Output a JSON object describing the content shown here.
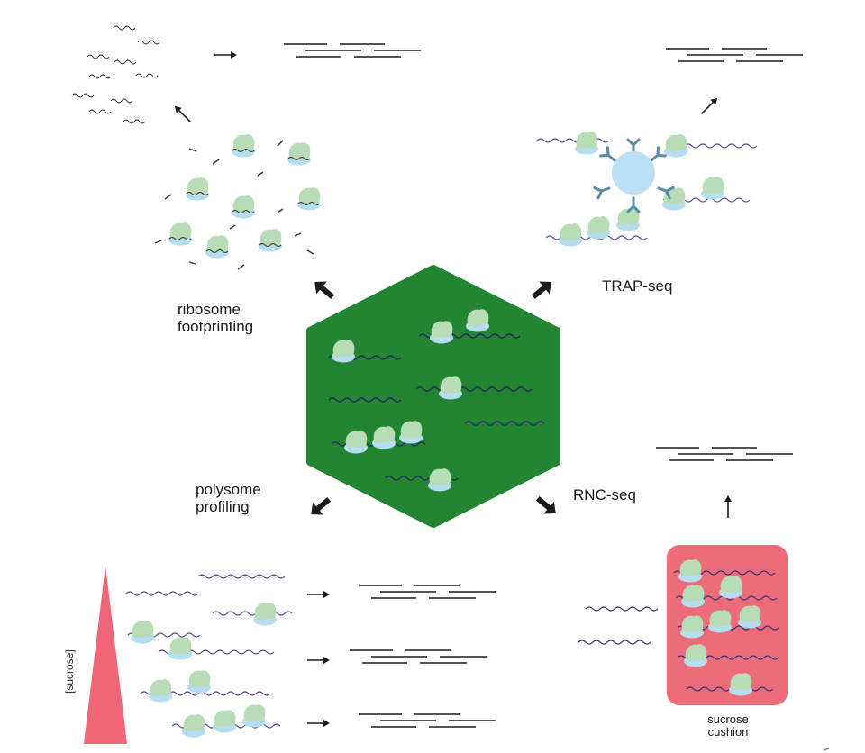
{
  "labels": {
    "ribosome_footprinting": "ribosome\nfootprinting",
    "trap_seq": "TRAP-seq",
    "polysome_profiling": "polysome\nprofiling",
    "rnc_seq": "RNC-seq",
    "sucrose_gradient": "[sucrose]",
    "sucrose_cushion": "sucrose\ncushion"
  },
  "colors": {
    "hexagon": "#238532",
    "ribosome_large": "#b7dcb6",
    "ribosome_small": "#b5dcef",
    "mrna_dark": "#1f2a5c",
    "mrna_purple": "#5a4f9c",
    "gradient_red": "#ef6677",
    "cushion_red": "#ec6d79",
    "bead_blue": "#bee0f5",
    "antibody_blue": "#5b8aa8",
    "arrow": "#1a1a1a"
  },
  "icons": [
    "ribosome-icon",
    "mrna-strand-icon",
    "antibody-icon",
    "bead-icon",
    "arrow-icon",
    "sequencing-reads-icon"
  ]
}
